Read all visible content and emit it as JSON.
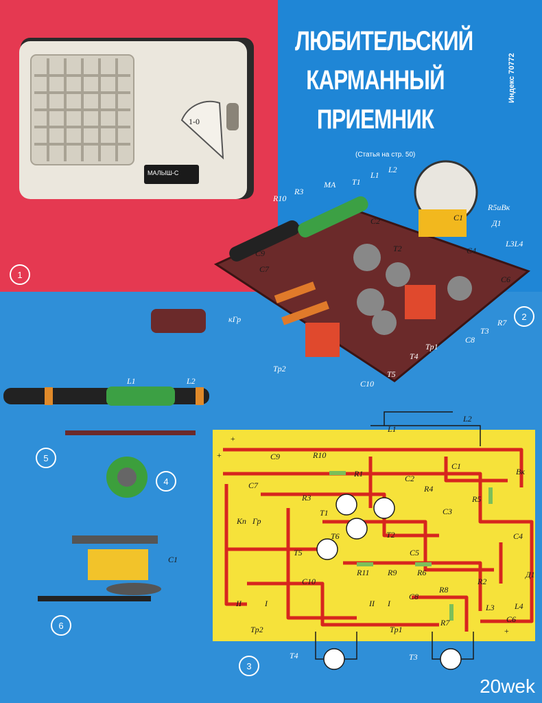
{
  "title_lines": [
    "ЛЮБИТЕЛЬСКИЙ",
    "КАРМАННЫЙ",
    "ПРИЕМНИК"
  ],
  "subtitle": "(Статья на стр. 50)",
  "index": "Индекс 70772",
  "radio_brand": "МАЛЫШ-С",
  "dial_marks": "1-0",
  "figure_numbers": [
    "1",
    "2",
    "3",
    "4",
    "5",
    "6"
  ],
  "board_labels": {
    "R10": "R10",
    "R3": "R3",
    "MA": "MA",
    "T1": "T1",
    "L1": "L1",
    "L2": "L2",
    "C2": "C2",
    "C1": "C1",
    "R5iVk": "R5иВк",
    "D1": "Д1",
    "L3L4": "L3L4",
    "C9": "C9",
    "C7": "C7",
    "C4": "C4",
    "C6": "C6",
    "kGr": "кГр",
    "R7": "R7",
    "T3": "T3",
    "C8": "C8",
    "Tr1": "Tр1",
    "T4": "T4",
    "T5": "T5",
    "C10": "C10",
    "Tr2": "Tр2",
    "T2": "T2"
  },
  "fig5_labels": {
    "L1": "L1",
    "L2": "L2"
  },
  "fig6_labels": {
    "C1": "C1"
  },
  "schematic_labels": {
    "L1": "L1",
    "L2": "L2",
    "C9": "C9",
    "R10": "R10",
    "C7": "C7",
    "R1": "R1",
    "C2": "C2",
    "C1": "C1",
    "Vk": "Вк",
    "R3": "R3",
    "R4": "R4",
    "C3": "C3",
    "R5": "R5",
    "T1": "T1",
    "Kp": "Kп",
    "Gr": "Гр",
    "T6": "T6",
    "T2": "T2",
    "C4": "C4",
    "T5": "T5",
    "C5": "C5",
    "R11": "R11",
    "R9": "R9",
    "R6": "R6",
    "D1": "Д1",
    "C10": "C10",
    "R8": "R8",
    "C8": "C8",
    "R2": "R2",
    "L3": "L3",
    "L4": "L4",
    "R7": "R7",
    "C6": "C6",
    "Tr2": "Tр2",
    "Tr1": "Tр1",
    "T4": "T4",
    "T3": "T3",
    "II_left": "II",
    "I_left": "I",
    "II_right": "II",
    "I_right": "I",
    "plus_top": "+",
    "plus_left": "+",
    "plus_c6": "+"
  },
  "watermark": "20wek",
  "colors": {
    "red": "#e53951",
    "blue": "#2f8fd8",
    "yellow": "#f6e23a",
    "trace": "#d7261e",
    "board": "#6b2a2a"
  }
}
